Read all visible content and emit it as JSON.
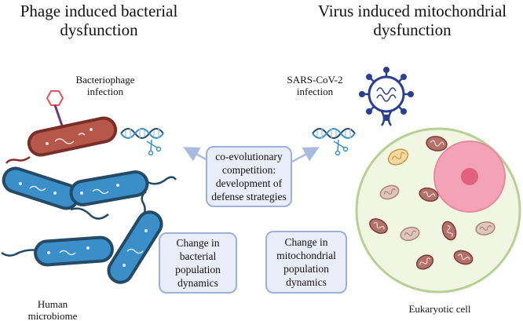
{
  "titles": {
    "left": [
      "Phage induced bacterial",
      "dysfunction"
    ],
    "right": [
      "Virus induced mitochondrial",
      "dysfunction"
    ]
  },
  "labels": {
    "bacteriophage": [
      "Bacteriophage",
      "infection"
    ],
    "sars": [
      "SARS-CoV-2",
      "infection"
    ],
    "microbiome": [
      "Human",
      "microbiome"
    ],
    "cell": [
      "Eukaryotic cell"
    ]
  },
  "boxes": {
    "coevolution": [
      "co-evolutionary",
      "competition:",
      "development of",
      "defense strategies"
    ],
    "bacterial": [
      "Change in",
      "bacterial",
      "population",
      "dynamics"
    ],
    "mitochondrial": [
      "Change in",
      "mitochondrial",
      "population",
      "dynamics"
    ]
  },
  "colors": {
    "bacterium_blue": "#3a8fc9",
    "bacterium_red": "#b6574c",
    "outline": "#244a66",
    "cell_fill": "#f1f6e3",
    "cell_border": "#b8cf95",
    "nucleus": "#f4a3b6",
    "nucleolus": "#e0607f",
    "virus": "#2b3f91",
    "arrow": "#a9bbdc",
    "box_fill": "#e9edf8",
    "box_border": "#9fb0d6"
  }
}
